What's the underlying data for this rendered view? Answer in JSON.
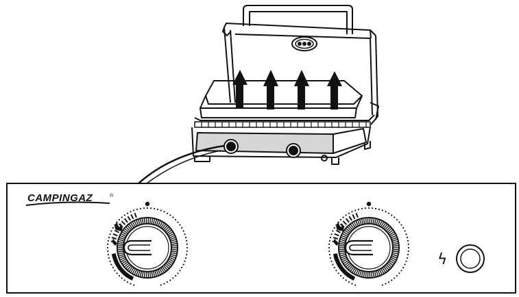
{
  "brand": {
    "name": "CAMPINGAZ",
    "registered": "®"
  },
  "colors": {
    "line": "#111111",
    "panel_fill": "#d6d6d6",
    "background": "#ffffff"
  },
  "icons": {
    "lift_arrows": "arrow-up-icon",
    "ignition": "lightning-bolt-icon",
    "flame_large": "large-flame-icon",
    "flame_small": "small-flame-icon"
  },
  "grill_arrows": {
    "count": 4
  },
  "control_knobs": [
    {
      "name": "left-burner-knob"
    },
    {
      "name": "right-burner-knob"
    }
  ],
  "ignition_button": {
    "symbol": "ϟ"
  }
}
